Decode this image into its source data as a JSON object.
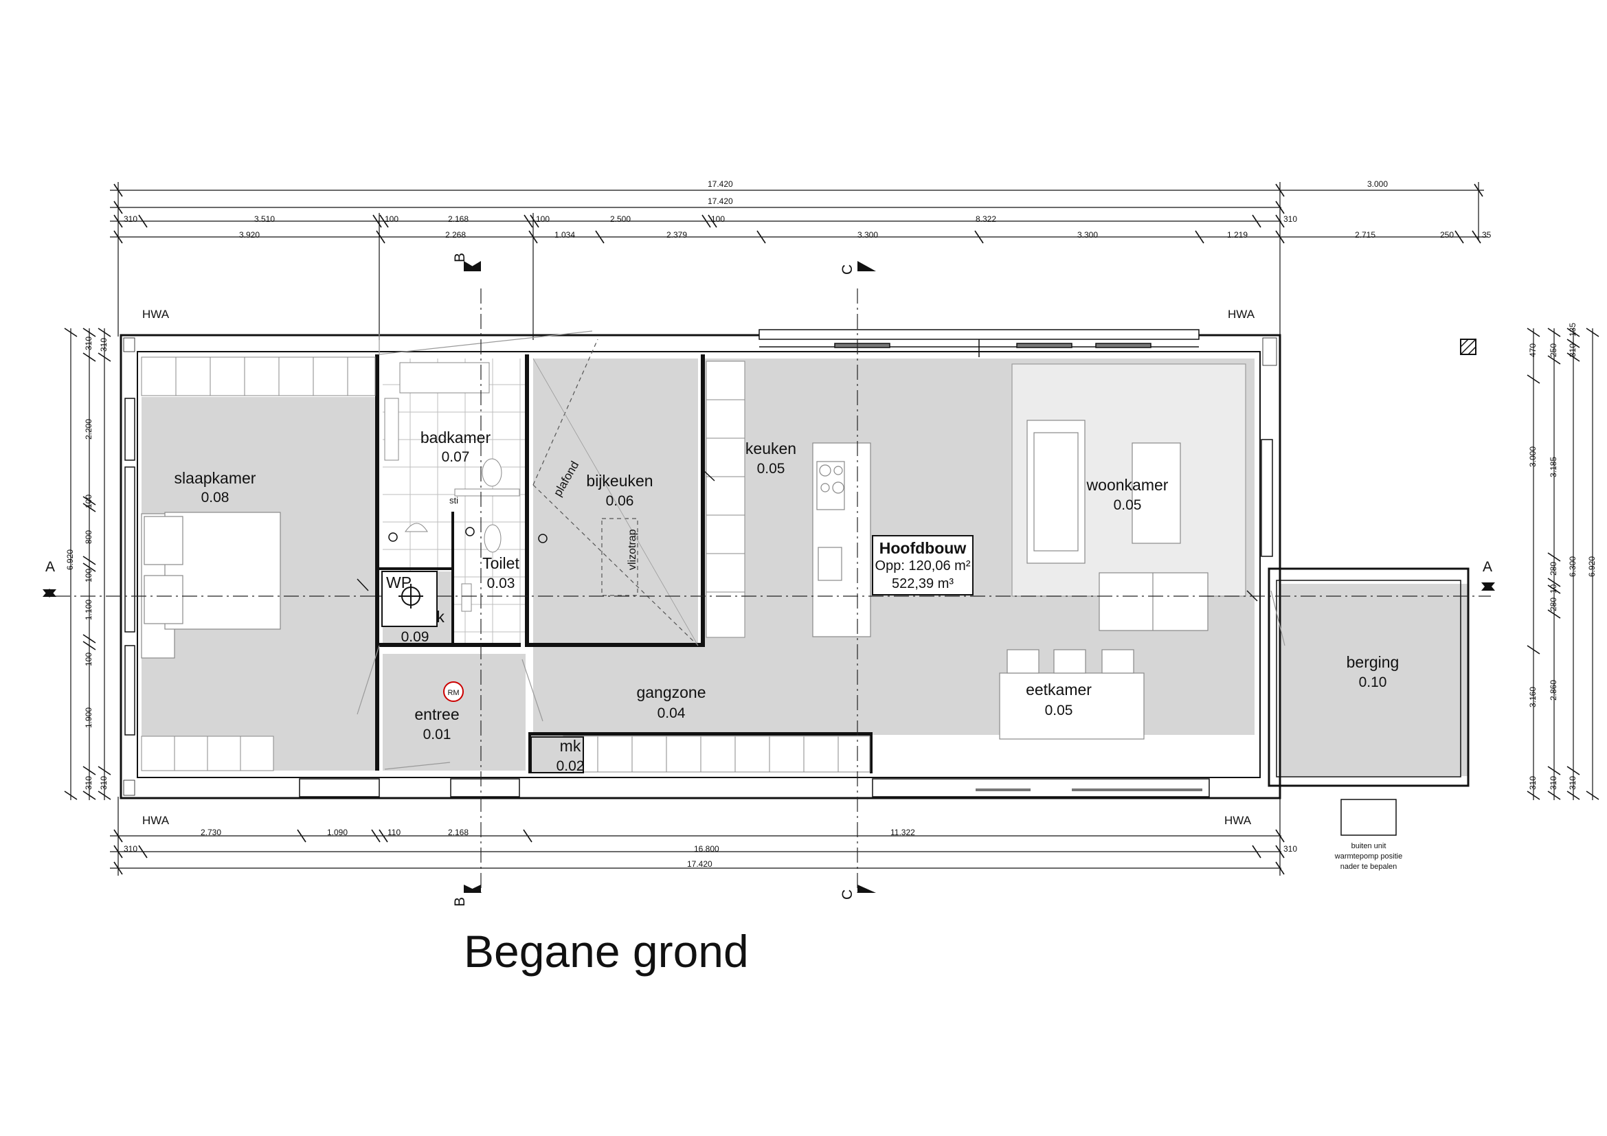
{
  "title": "Begane grond",
  "summary": {
    "name": "Hoofdbouw",
    "area": "Opp: 120,06 m²",
    "volume": "522,39 m³"
  },
  "rooms": [
    {
      "name": "slaapkamer",
      "code": "0.08"
    },
    {
      "name": "badkamer",
      "code": "0.07"
    },
    {
      "name": "bijkeuken",
      "code": "0.06"
    },
    {
      "name": "keuken",
      "code": "0.05"
    },
    {
      "name": "woonkamer",
      "code": "0.05"
    },
    {
      "name": "Toilet",
      "code": "0.03"
    },
    {
      "name": "techniek",
      "code": "0.09"
    },
    {
      "name": "entree",
      "code": "0.01"
    },
    {
      "name": "gangzone",
      "code": "0.04"
    },
    {
      "name": "mk",
      "code": "0.02"
    },
    {
      "name": "eetkamer",
      "code": "0.05"
    },
    {
      "name": "berging",
      "code": "0.10"
    }
  ],
  "annotations": {
    "wp": "WP",
    "plafond": "plafond",
    "vlizotrap": "vlizotrap",
    "rm": "RM",
    "sti": "sti"
  },
  "hwa_labels": [
    "HWA",
    "HWA",
    "HWA",
    "HWA"
  ],
  "section_markers": [
    "A",
    "A",
    "B",
    "B",
    "C",
    "C"
  ],
  "dimensions": {
    "top_row1": [
      "17.420",
      "3.000"
    ],
    "top_row2": [
      "17.420"
    ],
    "top_row3": [
      "310",
      "3.510",
      "100",
      "2.168",
      "100",
      "2.500",
      "100",
      "8.322",
      "310"
    ],
    "top_row4": [
      "3.920",
      "2.268",
      "1.034",
      "2.379",
      "3.300",
      "3.300",
      "1.219",
      "2.715",
      "250",
      "35"
    ],
    "bottom_row1": [
      "2.730",
      "1.090",
      "110",
      "2.168",
      "11.322"
    ],
    "bottom_row2": [
      "310",
      "16.800",
      "310"
    ],
    "bottom_row3": [
      "17.420"
    ],
    "left_outer": [
      "6.920"
    ],
    "left_mid": [
      "310",
      "2.200",
      "100",
      "800",
      "100",
      "1.100",
      "100",
      "1.900",
      "310"
    ],
    "left_inner": [
      "310",
      "310"
    ],
    "right_col1": [
      "470",
      "3.000",
      "3.160",
      "310"
    ],
    "right_col2": [
      "250",
      "3.185",
      "280",
      "10",
      "280",
      "2.860",
      "310"
    ],
    "right_col3": [
      "135",
      "310",
      "6.300",
      "310"
    ],
    "right_col4": [
      "6.920"
    ]
  },
  "outdoor_unit_note": [
    "buiten unit",
    "warmtepomp positie",
    "nader te bepalen"
  ]
}
